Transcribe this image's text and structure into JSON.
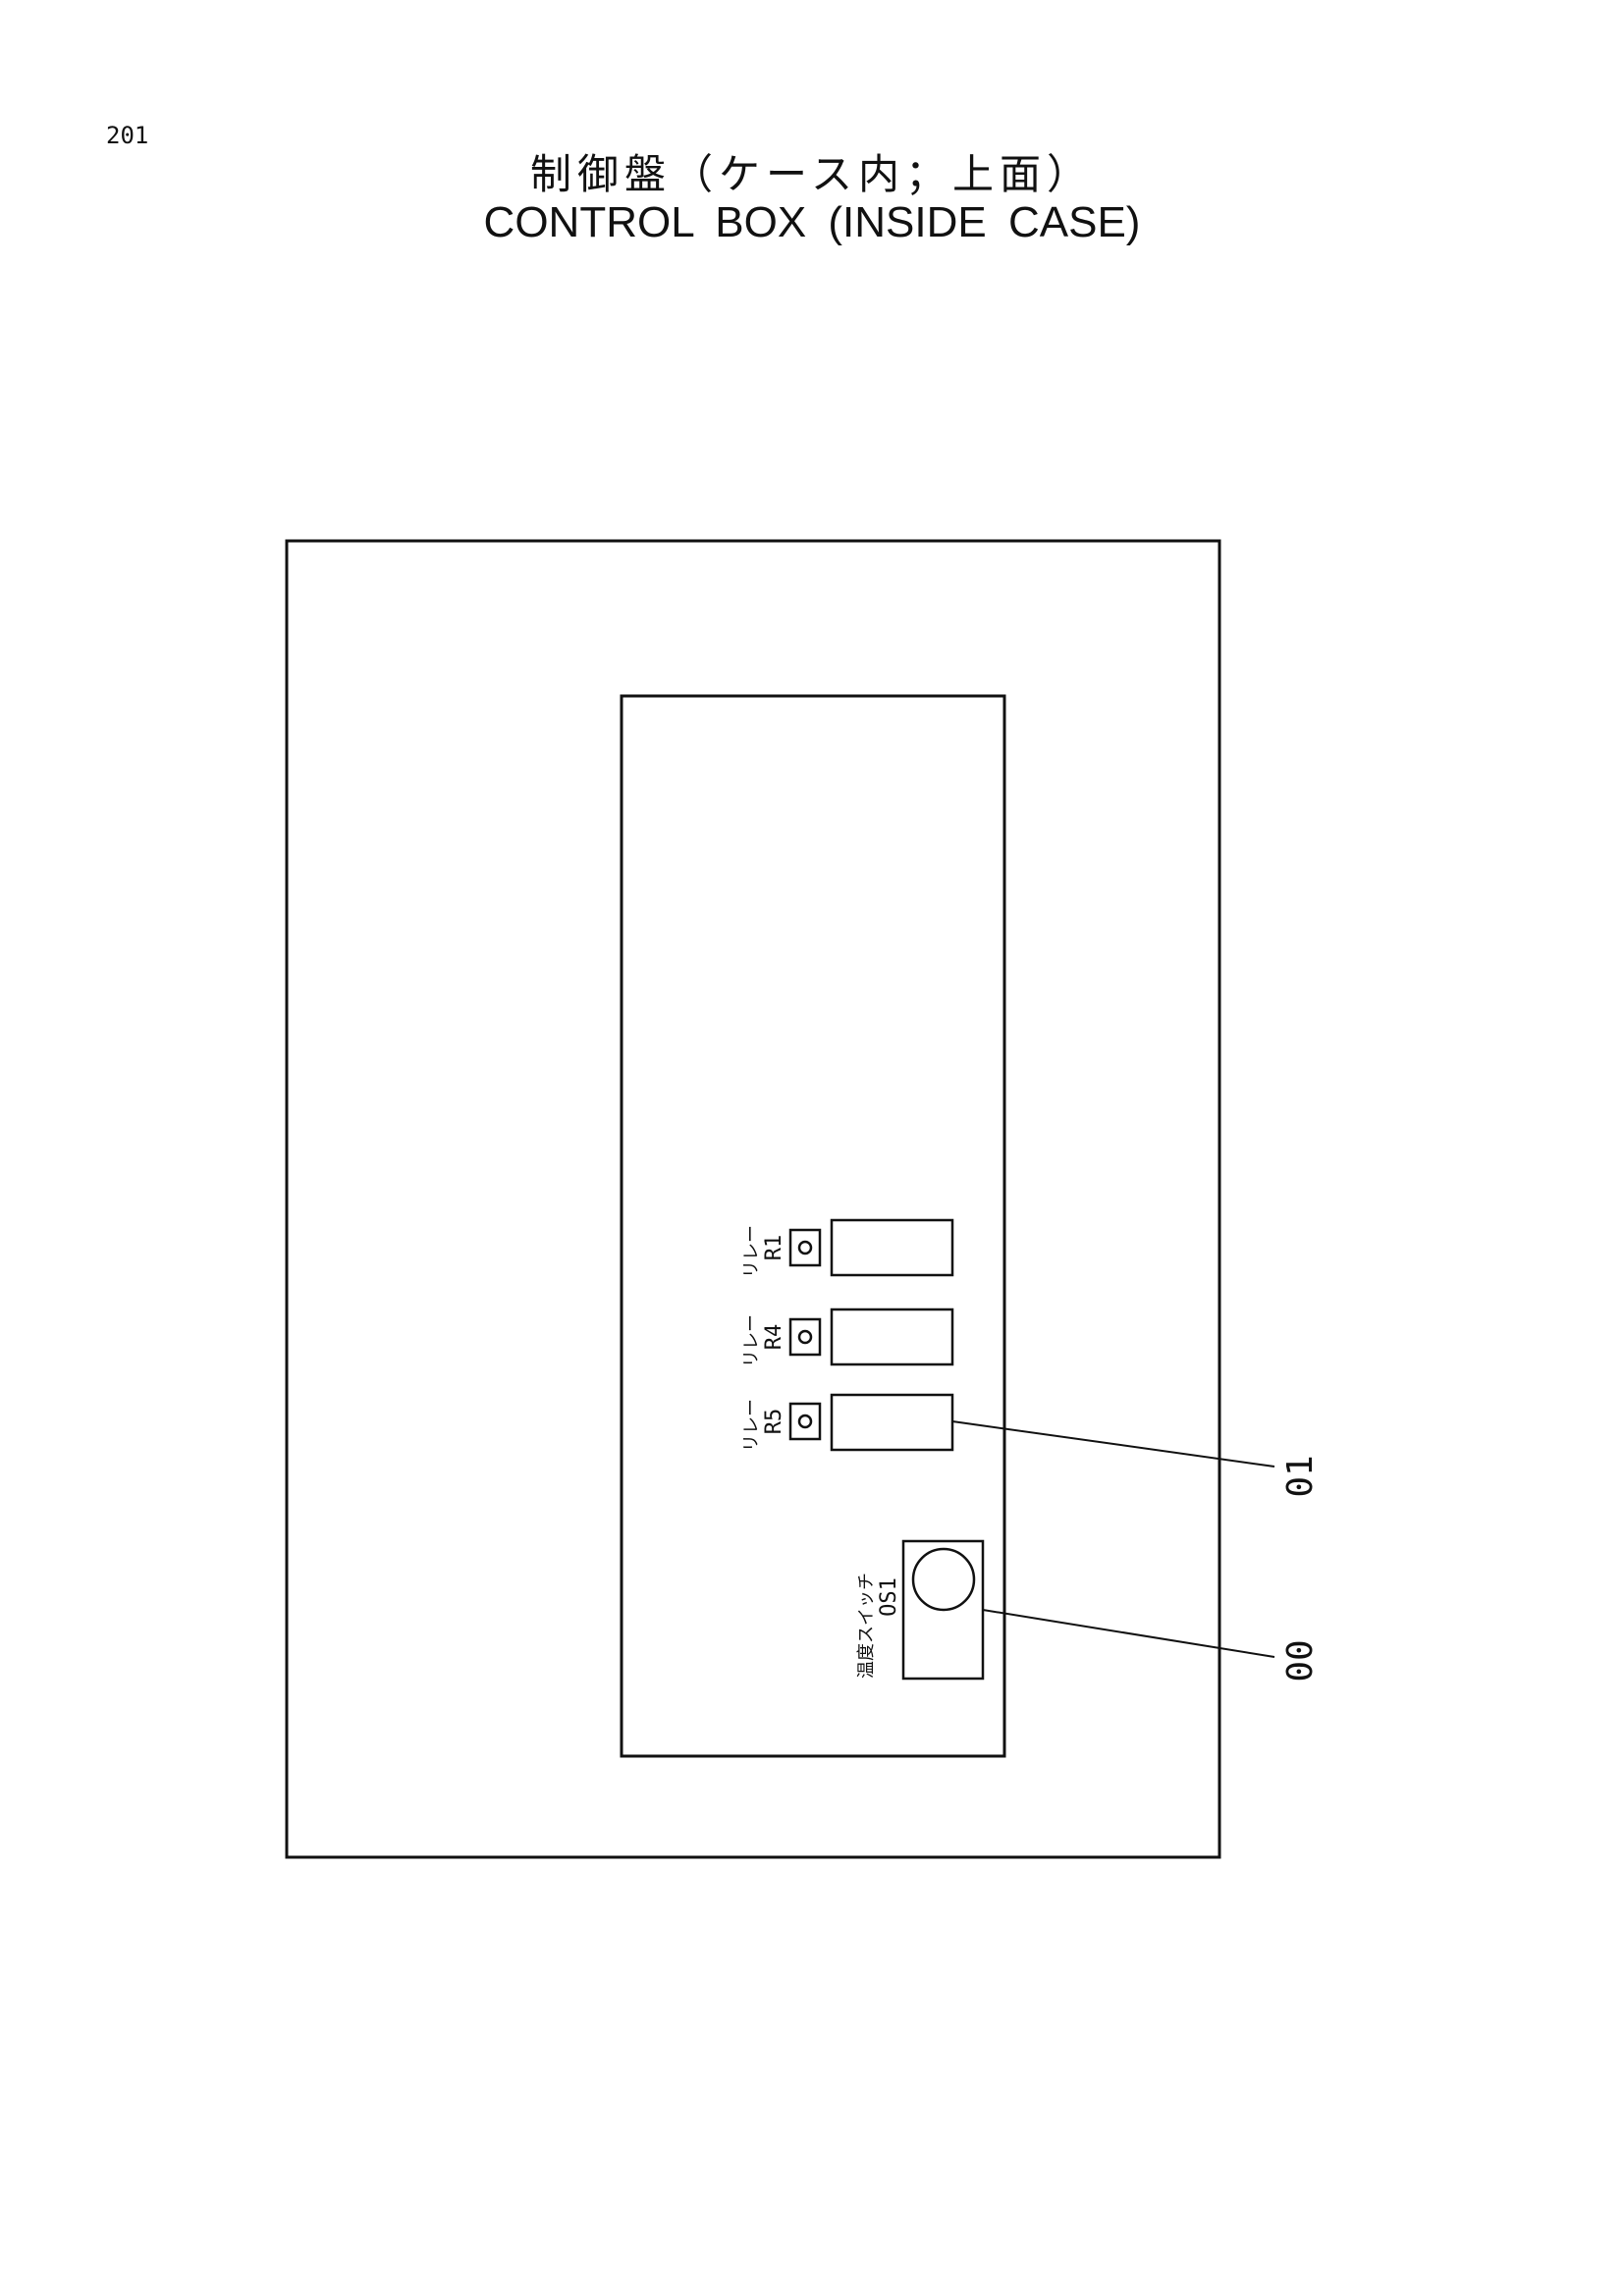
{
  "page_number": "201",
  "title_jp": "制御盤（ケース内；上面）",
  "title_en": "CONTROL BOX (INSIDE CASE)",
  "relays": [
    {
      "kind": "リレー",
      "id": "R1"
    },
    {
      "kind": "リレー",
      "id": "R4"
    },
    {
      "kind": "リレー",
      "id": "R5"
    }
  ],
  "switch": {
    "kind": "温度スイッチ",
    "id": "OS1"
  },
  "callouts": {
    "relay": "01",
    "switch": "00"
  }
}
